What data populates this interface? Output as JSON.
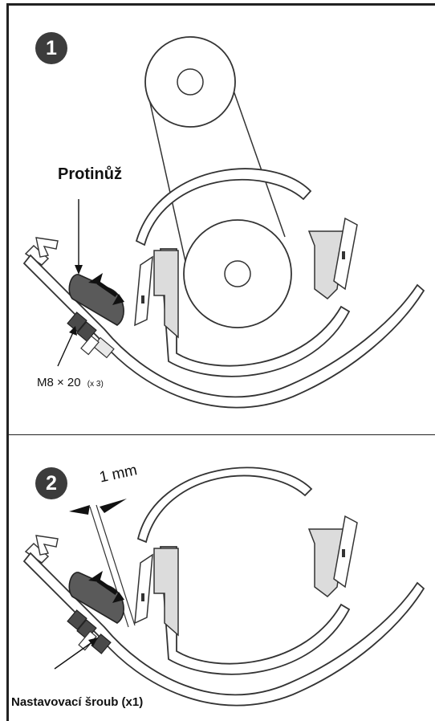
{
  "steps": [
    {
      "number": "1",
      "callout_top": "Protinůž",
      "callout_bottom_main": "M8 × 20",
      "callout_bottom_qty": "(x 3)"
    },
    {
      "number": "2",
      "gap_label": "1 mm",
      "callout_bottom": "Nastavovací šroub (x1)"
    }
  ],
  "colors": {
    "badge": "#3c3c3c",
    "outline": "#333333",
    "fill_light": "#e0e0e0",
    "fill_mid": "#c8c8c8",
    "fill_dark": "#5a5a5a"
  }
}
